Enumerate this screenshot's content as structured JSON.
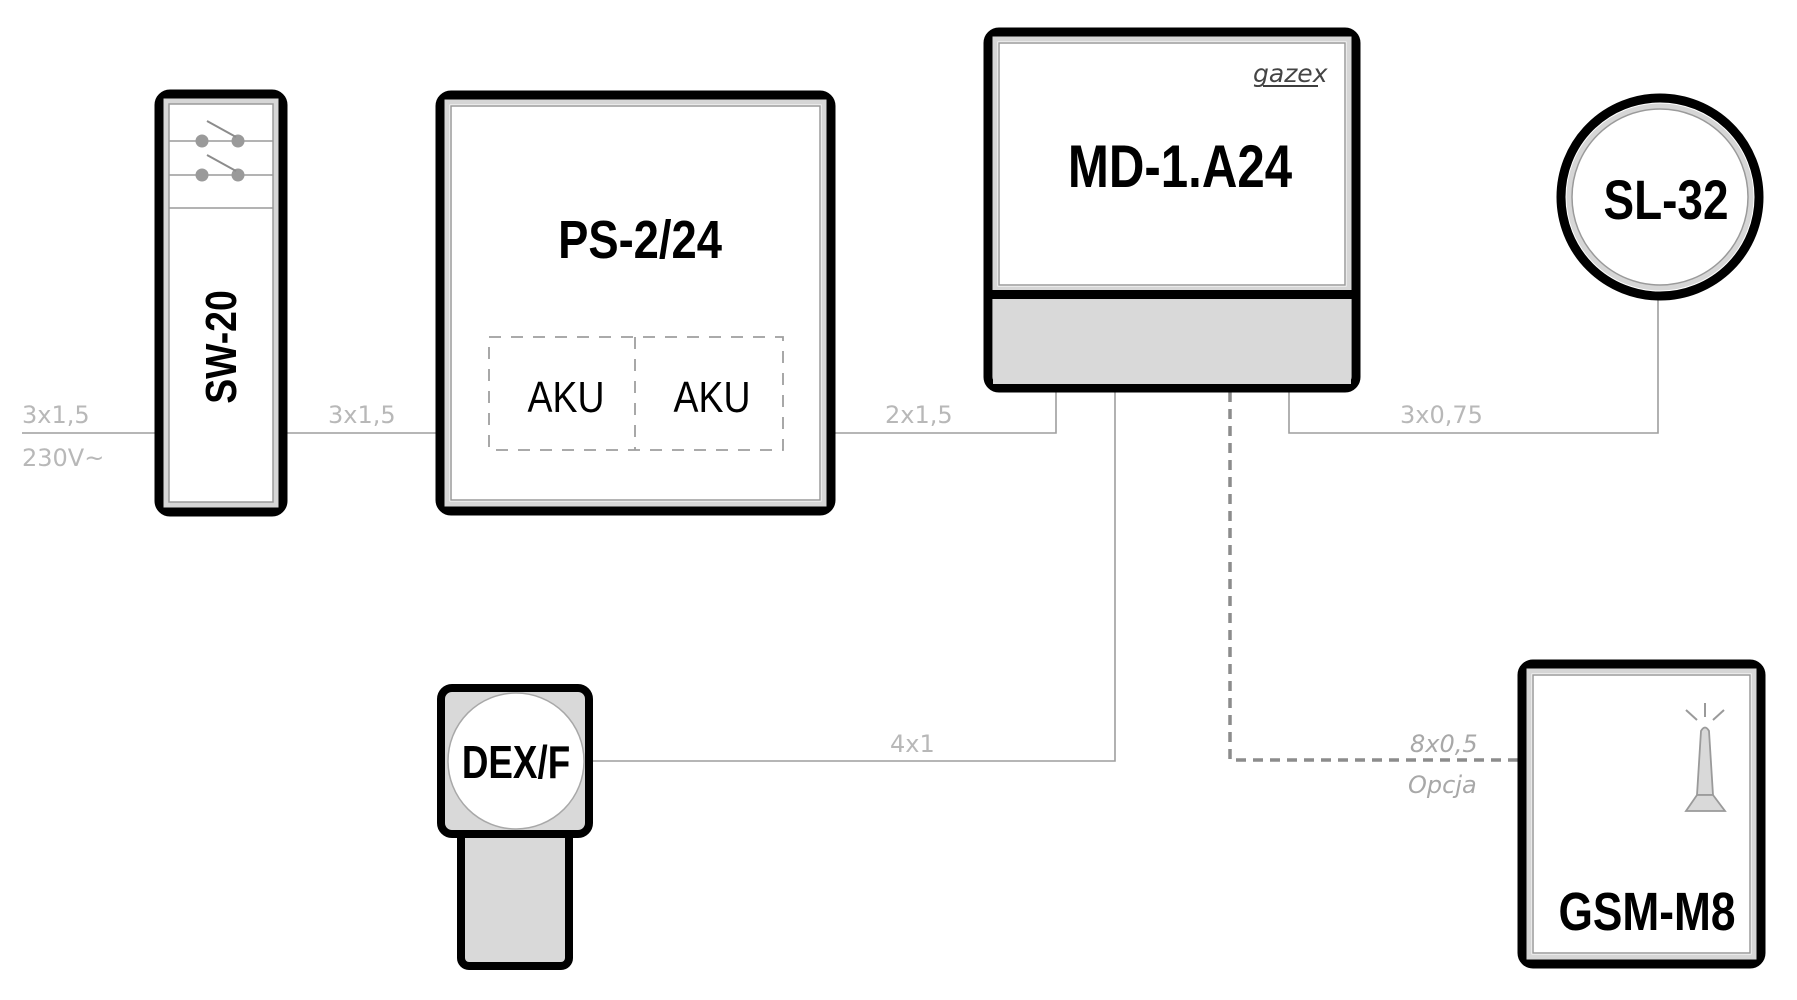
{
  "diagram": {
    "title": "Gas detection system wiring diagram",
    "devices": {
      "sw20": {
        "label": "SW-20",
        "icon": "double-switch-icon"
      },
      "ps224": {
        "label": "PS-2/24",
        "batteries": [
          "AKU",
          "AKU"
        ]
      },
      "md1": {
        "label": "MD-1.A24",
        "brand": "gazex"
      },
      "sl32": {
        "label": "SL-32"
      },
      "dexf": {
        "label": "DEX/F"
      },
      "gsm": {
        "label": "GSM-M8",
        "icon": "antenna-icon"
      }
    },
    "cables": {
      "mains_in": {
        "spec": "3x1,5",
        "voltage": "230V~"
      },
      "sw_to_ps": {
        "spec": "3x1,5"
      },
      "ps_to_md": {
        "spec": "2x1,5"
      },
      "md_to_sl": {
        "spec": "3x0,75"
      },
      "md_to_dex": {
        "spec": "4x1"
      },
      "md_to_gsm": {
        "spec": "8x0,5",
        "note": "Opcja"
      }
    },
    "colors": {
      "outline": "#000000",
      "wire": "#9e9e9e",
      "label": "#b8b8b8",
      "panel_fill": "#d9d9d9"
    }
  }
}
